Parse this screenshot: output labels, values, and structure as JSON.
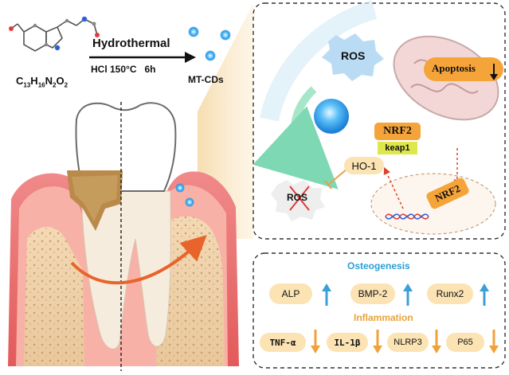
{
  "synthesis": {
    "formula": "C13H16N2O2",
    "method": "Hydrothermal",
    "conditions": "HCl 150°C   6h",
    "product": "MT-CDs"
  },
  "mechanism": {
    "ros_top": "ROS",
    "apoptosis": "Apoptosis",
    "nrf2_top": "NRF2",
    "keap1": "keap1",
    "ho1": "HO-1",
    "ros_bottom": "ROS",
    "nrf2_nucleus": "NRF2"
  },
  "outcomes": {
    "osteogenesis_title": "Osteogenesis",
    "osteogenesis_markers": [
      "ALP",
      "BMP-2",
      "Runx2"
    ],
    "inflammation_title": "Inflammation",
    "inflammation_markers": [
      "TNF-α",
      "IL-1β",
      "NLRP3",
      "P65"
    ]
  },
  "colors": {
    "osteo_title": "#2a9fd6",
    "inflam_title": "#e8a33a",
    "up_arrow": "#3aa0d8",
    "down_arrow": "#f0a23a",
    "pill_fill": "#fbe3b4",
    "cd_glow": "#39a9f0"
  }
}
